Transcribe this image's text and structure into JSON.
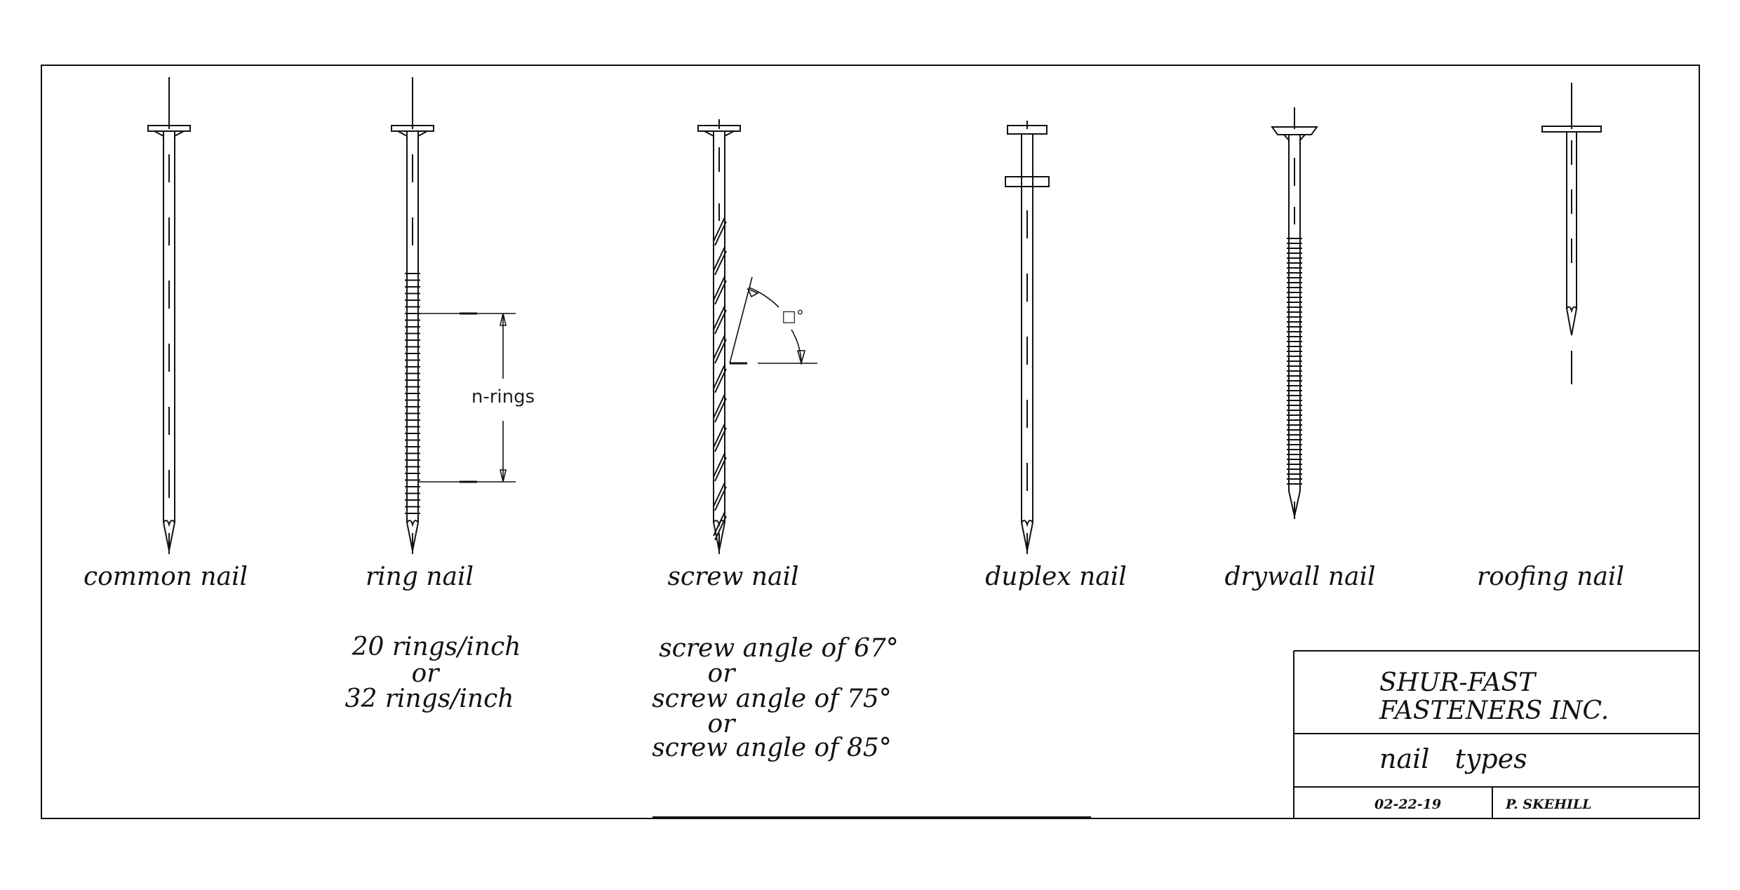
{
  "nails": [
    {
      "id": "common",
      "label": "common nail"
    },
    {
      "id": "ring",
      "label": "ring nail"
    },
    {
      "id": "screw",
      "label": "screw nail"
    },
    {
      "id": "duplex",
      "label": "duplex nail"
    },
    {
      "id": "drywall",
      "label": "drywall nail"
    },
    {
      "id": "roofing",
      "label": "roofing nail"
    }
  ],
  "ring_notes": [
    "20 rings/inch",
    "or",
    "32 rings/inch"
  ],
  "screw_notes": [
    "screw angle of 67°",
    "or",
    "screw angle of 75°",
    "or",
    "screw angle of 85°"
  ],
  "dimension_label": "n-rings",
  "angle_label": "□°",
  "title_block": {
    "company_line1": "SHUR-FAST",
    "company_line2": "FASTENERS INC.",
    "title": "nail   types",
    "date": "02-22-19",
    "author": "P. SKEHILL"
  }
}
